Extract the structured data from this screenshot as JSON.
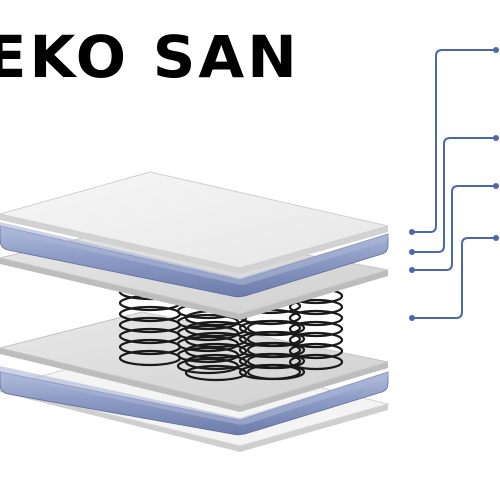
{
  "brand": {
    "title": "EKO SAN"
  },
  "colors": {
    "background": "#ffffff",
    "title": "#000000",
    "cover": "#f1f1f1",
    "plate": "#dcdcdc",
    "foam_band": "#8d9bc5",
    "foam_band_dark": "#6d7cab",
    "spring": "#1a1a1a",
    "callout": "#4a68b0"
  },
  "diagram": {
    "layers": [
      "top-cover",
      "top-foam",
      "top-plate",
      "spring-unit",
      "bottom-plate",
      "bottom-foam",
      "bottom-cover"
    ],
    "callouts": [
      "callout-1",
      "callout-2",
      "callout-3",
      "callout-4"
    ]
  }
}
